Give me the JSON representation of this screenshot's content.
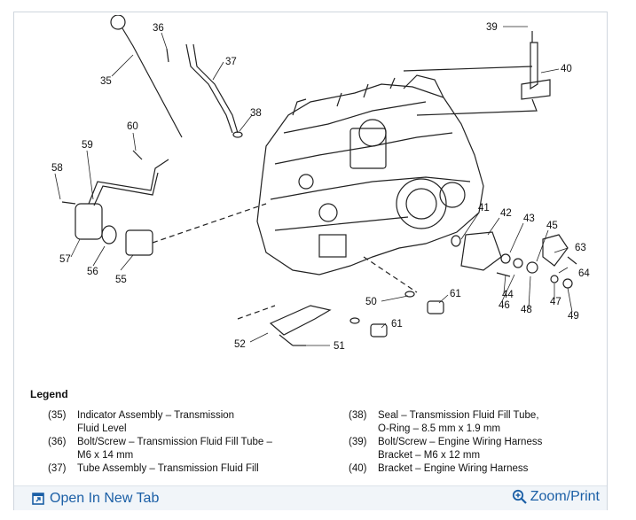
{
  "diagram": {
    "callouts": [
      "35",
      "36",
      "37",
      "38",
      "39",
      "40",
      "41",
      "42",
      "43",
      "44",
      "45",
      "46",
      "47",
      "48",
      "49",
      "50",
      "51",
      "52",
      "55",
      "56",
      "57",
      "58",
      "59",
      "60",
      "61",
      "61",
      "63",
      "64"
    ]
  },
  "legend": {
    "title": "Legend",
    "left": [
      {
        "num": "(35)",
        "text": "Indicator Assembly – Transmission\nFluid Level"
      },
      {
        "num": "(36)",
        "text": "Bolt/Screw – Transmission Fluid Fill Tube –\nM6  x 14 mm"
      },
      {
        "num": "(37)",
        "text": "Tube Assembly – Transmission Fluid Fill"
      }
    ],
    "right": [
      {
        "num": "(38)",
        "text": "Seal – Transmission Fluid Fill Tube,\nO-Ring – 8.5 mm x 1.9 mm"
      },
      {
        "num": "(39)",
        "text": "Bolt/Screw – Engine Wiring Harness\nBracket – M6 x 12 mm"
      },
      {
        "num": "(40)",
        "text": "Bracket – Engine Wiring Harness"
      }
    ]
  },
  "footer": {
    "open_tab_label": "Open In New Tab",
    "zoom_label": "Zoom/Print",
    "open_tab_icon": "external-tab-icon",
    "zoom_icon": "magnifier-plus-icon",
    "link_color": "#1b5fa6"
  }
}
